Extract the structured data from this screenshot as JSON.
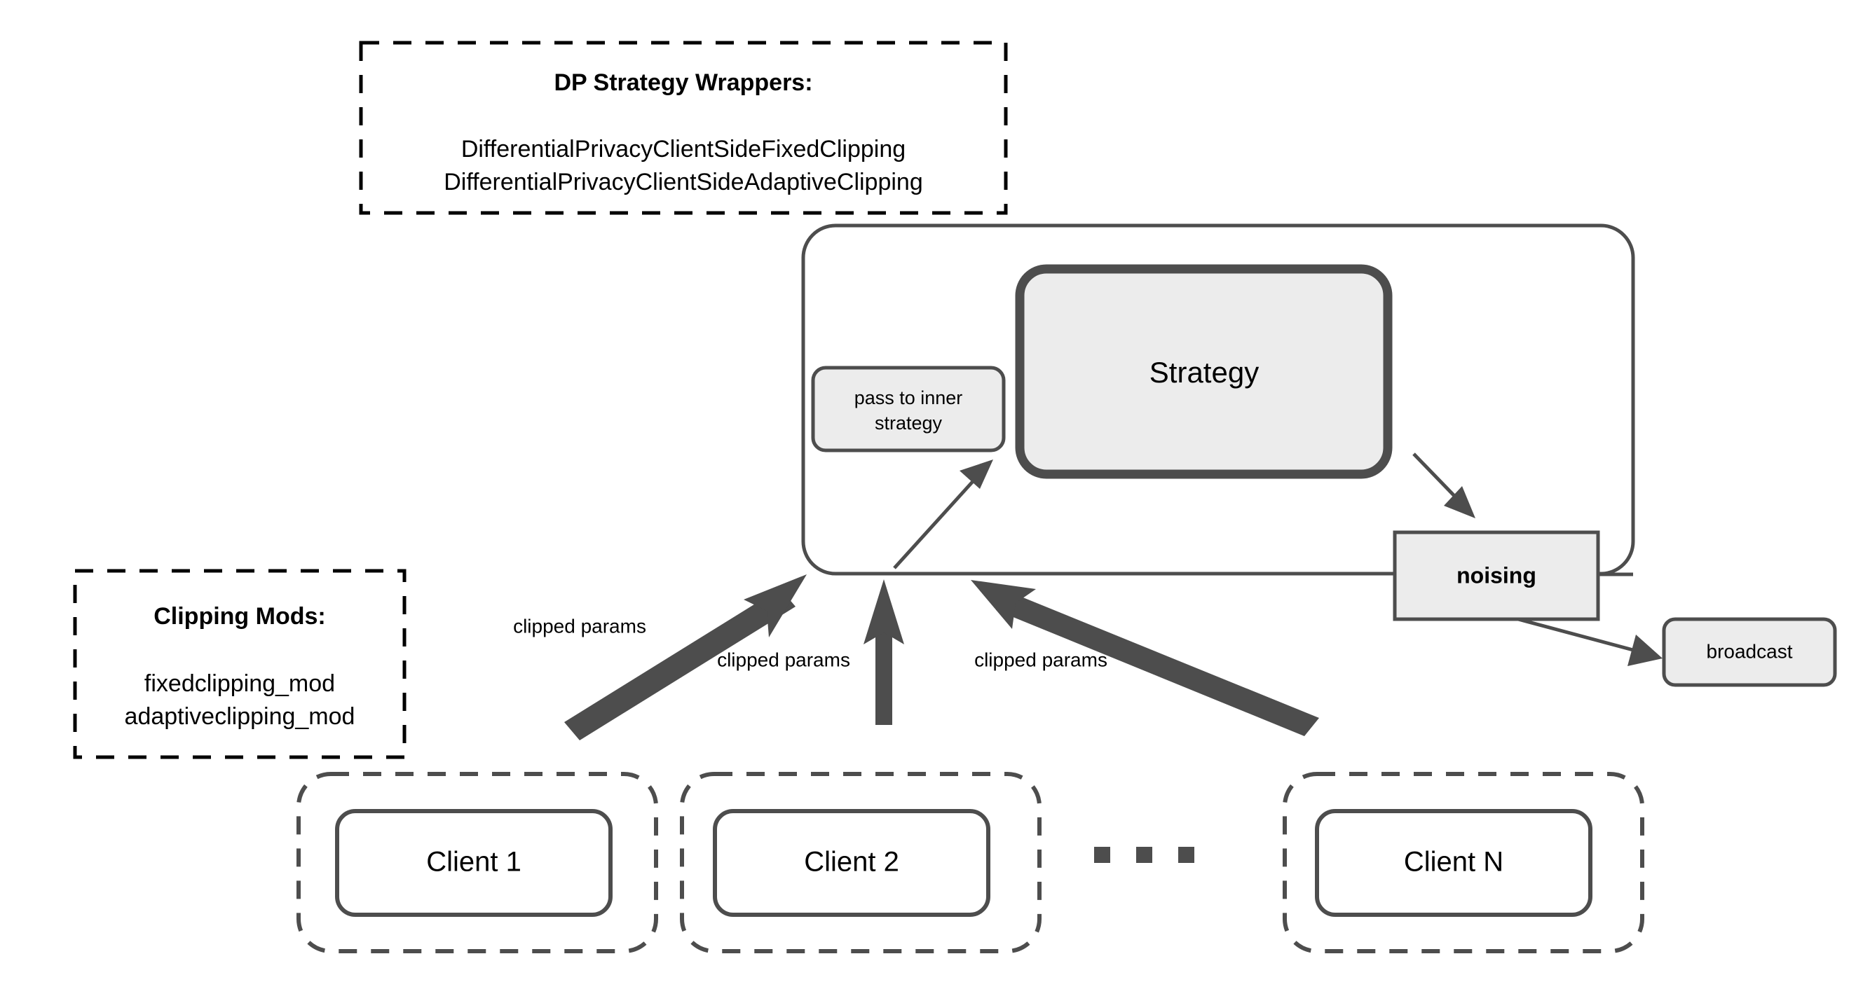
{
  "diagram": {
    "title": "Flower DP Strategy Wrapper architecture",
    "colors": {
      "box_fill_gray": "#ececec",
      "box_fill_white": "#ffffff",
      "stroke_gray": "#4d4d4d",
      "stroke_black": "#000000",
      "background": "#ffffff"
    }
  },
  "legend_dp": {
    "title": "DP Strategy Wrappers:",
    "items": [
      "DifferentialPrivacyClientSideFixedClipping",
      "DifferentialPrivacyClientSideAdaptiveClipping"
    ]
  },
  "legend_clipping": {
    "title": "Clipping Mods:",
    "items": [
      "fixedclipping_mod",
      "adaptiveclipping_mod"
    ]
  },
  "server": {
    "inner_strategy_box": "pass to inner\nstrategy",
    "inner_strategy_line1": "pass to inner",
    "inner_strategy_line2": "strategy",
    "strategy_label": "Strategy",
    "noising_label": "noising",
    "broadcast_label": "broadcast"
  },
  "clients": [
    {
      "label": "Client 1"
    },
    {
      "label": "Client 2"
    },
    {
      "label": "Client N"
    }
  ],
  "ellipsis": "▪ ▪ ▪",
  "edge_labels": [
    "clipped params",
    "clipped params",
    "clipped params"
  ]
}
